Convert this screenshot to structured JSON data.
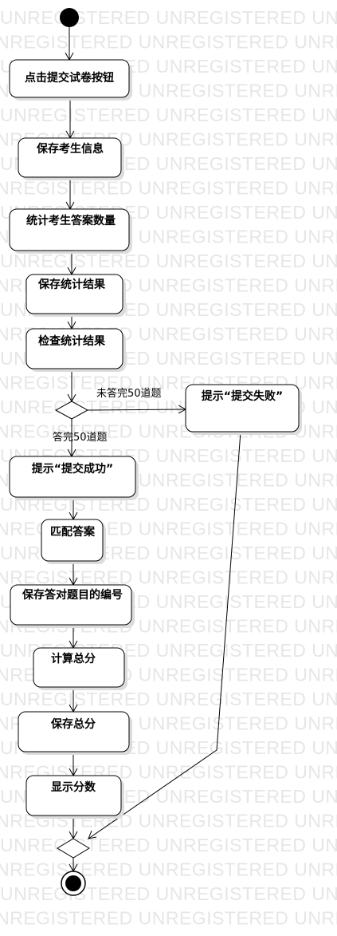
{
  "watermark": "UNREGISTERED UNREGISTERED UNREGISTERED",
  "actions": [
    {
      "id": "a1",
      "label": "点击提交试卷按钮"
    },
    {
      "id": "a2",
      "label": "保存考生信息"
    },
    {
      "id": "a3",
      "label": "统计考生答案数量"
    },
    {
      "id": "a4",
      "label": "保存统计结果"
    },
    {
      "id": "a5",
      "label": "检查统计结果"
    },
    {
      "id": "a6",
      "label": "提示“提交失败”"
    },
    {
      "id": "a7",
      "label": "提示“提交成功”"
    },
    {
      "id": "a8",
      "label": "匹配答案"
    },
    {
      "id": "a9",
      "label": "保存答对题目的编号"
    },
    {
      "id": "a10",
      "label": "计算总分"
    },
    {
      "id": "a11",
      "label": "保存总分"
    },
    {
      "id": "a12",
      "label": "显示分数"
    }
  ],
  "guards": {
    "incomplete": "未答完50道题",
    "complete": "答完50道题"
  }
}
